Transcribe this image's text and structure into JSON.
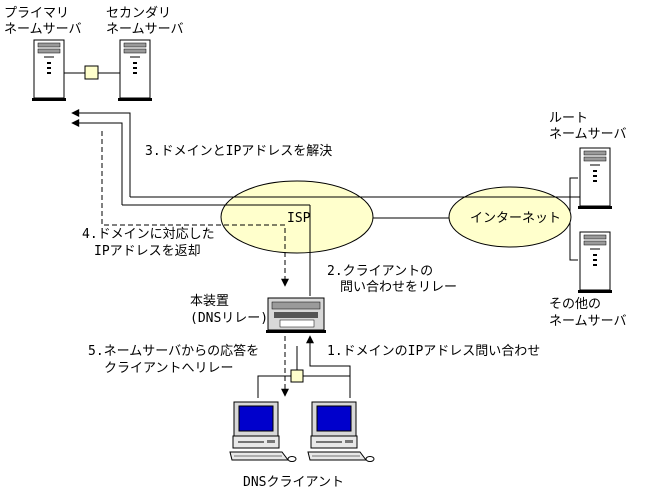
{
  "servers": {
    "primary": [
      "プライマリ",
      "ネームサーバ"
    ],
    "secondary": [
      "セカンダリ",
      "ネームサーバ"
    ],
    "root": [
      "ルート",
      "ネームサーバ"
    ],
    "other": [
      "その他の",
      "ネームサーバ"
    ]
  },
  "clouds": {
    "isp": "ISP",
    "internet": "インターネット"
  },
  "device": [
    "本装置",
    "(DNSリレー)"
  ],
  "clients": "DNSクライアント",
  "steps": {
    "s1": "1.ドメインのIPアドレス問い合わせ",
    "s2": [
      "2.クライアントの",
      "問い合わせをリレー"
    ],
    "s3": "3.ドメインとIPアドレスを解決",
    "s4": [
      "4.ドメインに対応した",
      "IPアドレスを返却"
    ],
    "s5": [
      "5.ネームサーバからの応答を",
      "クライアントへリレー"
    ]
  },
  "colors": {
    "cloud": "#ffffcc",
    "screen": "#0000cc",
    "hub": "#ffffcc"
  }
}
